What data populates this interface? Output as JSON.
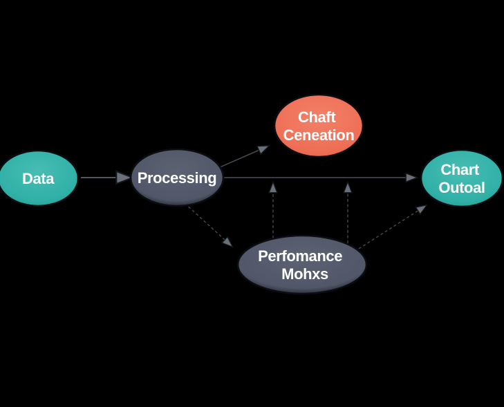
{
  "diagram": {
    "type": "flowchart",
    "background_color": "#000000",
    "text_color": "#ffffff",
    "colors": {
      "teal": "#2fb0a7",
      "orange": "#ee6f55",
      "slate": "#515768",
      "outline": "#0c0d11",
      "arrowhead": "#6a7079",
      "line": "#4a4f59"
    },
    "nodes": [
      {
        "id": "data",
        "lines": [
          "Data"
        ],
        "color": "teal"
      },
      {
        "id": "processing",
        "lines": [
          "Processing"
        ],
        "color": "slate"
      },
      {
        "id": "chaft-ceneation",
        "lines": [
          "Chaft",
          "Ceneation"
        ],
        "color": "orange"
      },
      {
        "id": "chart-outoal",
        "lines": [
          "Chart",
          "Outoal"
        ],
        "color": "teal"
      },
      {
        "id": "perfomance-mohxs",
        "lines": [
          "Perfomance",
          "Mohxs"
        ],
        "color": "slate"
      }
    ],
    "edges": [
      {
        "from": "data",
        "to": "processing",
        "style": "solid"
      },
      {
        "from": "processing",
        "to": "chaft-ceneation",
        "style": "solid"
      },
      {
        "from": "processing",
        "to": "chart-outoal",
        "style": "solid"
      },
      {
        "from": "processing",
        "to": "perfomance-mohxs",
        "style": "dashed"
      },
      {
        "from": "perfomance-mohxs",
        "to": "processing-chart-outoal-connector",
        "style": "dashed"
      },
      {
        "from": "perfomance-mohxs",
        "to": "processing-chart-outoal-connector",
        "style": "dashed"
      },
      {
        "from": "perfomance-mohxs",
        "to": "chart-outoal",
        "style": "dashed"
      }
    ]
  }
}
